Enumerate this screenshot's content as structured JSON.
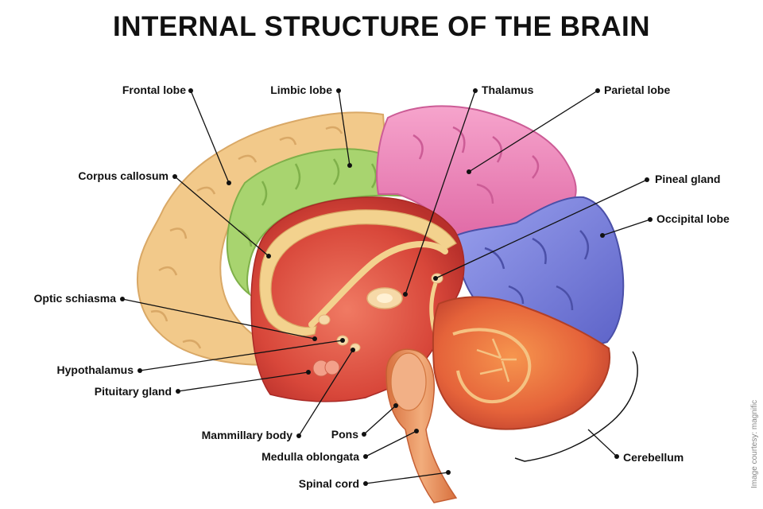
{
  "title": "INTERNAL STRUCTURE OF THE BRAIN",
  "labels": {
    "frontal_lobe": "Frontal lobe",
    "limbic_lobe": "Limbic lobe",
    "thalamus": "Thalamus",
    "parietal_lobe": "Parietal lobe",
    "corpus_callosum": "Corpus callosum",
    "pineal_gland": "Pineal gland",
    "occipital_lobe": "Occipital lobe",
    "optic_schiasma": "Optic schiasma",
    "hypothalamus": "Hypothalamus",
    "pituitary_gland": "Pituitary gland",
    "mammillary_body": "Mammillary body",
    "pons": "Pons",
    "medulla_oblongata": "Medulla oblongata",
    "spinal_cord": "Spinal cord",
    "cerebellum": "Cerebellum"
  },
  "credit": "Image courtesy: magnific",
  "colors": {
    "frontal": "#f2c98a",
    "limbic": "#a8d46f",
    "parietal": "#f08cbc",
    "occipital": "#7f86e0",
    "inner": "#d94a3c",
    "cerebellum": "#e8643a",
    "stem": "#ec9a66"
  }
}
